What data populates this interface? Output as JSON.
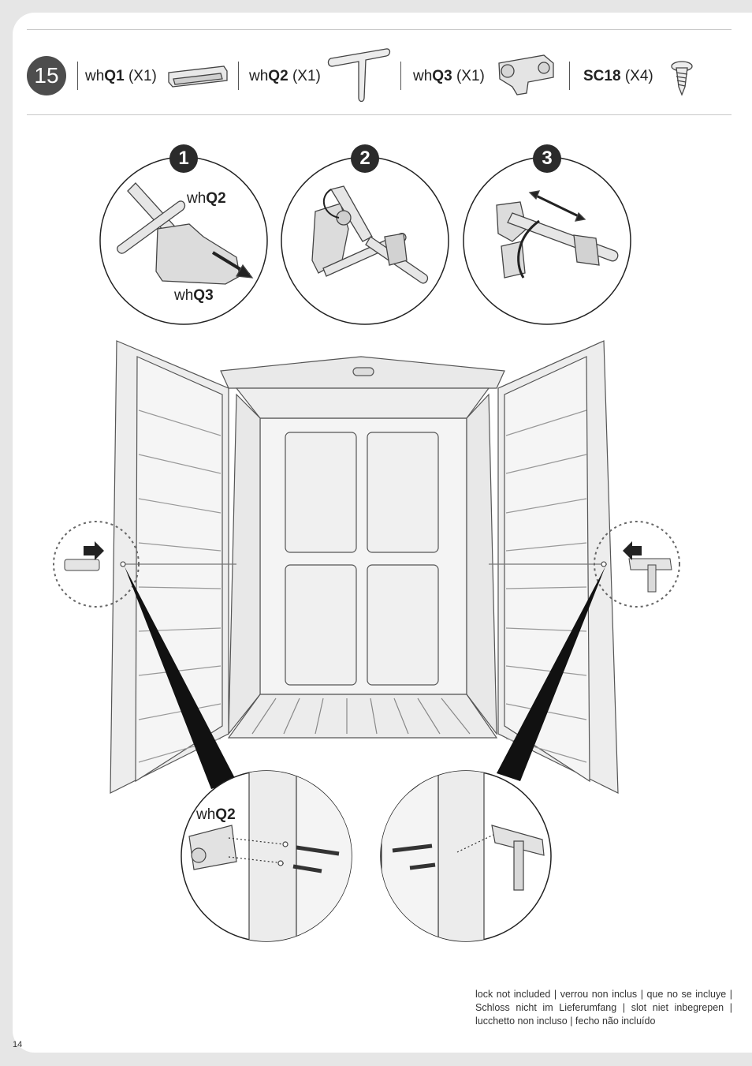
{
  "step": {
    "number": "15"
  },
  "parts": [
    {
      "prefix": "wh",
      "code": "Q1",
      "qty": "(X1)",
      "icon": "handle-part-icon"
    },
    {
      "prefix": "wh",
      "code": "Q2",
      "qty": "(X1)",
      "icon": "t-bar-part-icon"
    },
    {
      "prefix": "wh",
      "code": "Q3",
      "qty": "(X1)",
      "icon": "latch-bracket-part-icon"
    },
    {
      "prefix": "",
      "code": "SC18",
      "qty": "(X4)",
      "icon": "screw-part-icon"
    }
  ],
  "callouts": [
    {
      "num": "1",
      "labels": [
        {
          "prefix": "wh",
          "code": "Q2"
        },
        {
          "prefix": "wh",
          "code": "Q3"
        }
      ]
    },
    {
      "num": "2"
    },
    {
      "num": "3"
    }
  ],
  "detail_label": {
    "prefix": "wh",
    "code": "Q2"
  },
  "footnote": "lock not included | verrou non inclus | que no se incluye | Schloss nicht im Lieferumfang | slot niet inbegrepen | lucchetto non incluso | fecho não incluído",
  "page_number": "14",
  "colors": {
    "badge": "#4d4d4d",
    "callout": "#2b2b2b",
    "line": "#555555",
    "panel": "#f2f2f2"
  }
}
